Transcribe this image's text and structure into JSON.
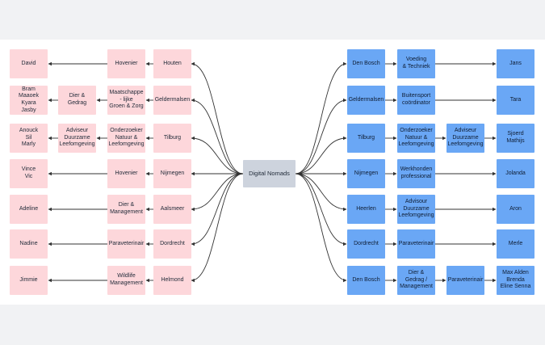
{
  "center": {
    "label": "Digital Nomads"
  },
  "left_rows": [
    {
      "city": "Houten",
      "roles": [
        "Hovenier"
      ],
      "names": "David"
    },
    {
      "city": "Geldermalsen",
      "roles": [
        "Maatschappe\n- lijke\nGroen & Zorg",
        "Dier &\nGedrag"
      ],
      "names": "Bram\nMaaoek\nKyara\nJasby"
    },
    {
      "city": "Tilburg",
      "roles": [
        "Onderzoeker\nNatuur &\nLeefomgeving",
        "Adviseur\nDuurzame\nLeefomgeving"
      ],
      "names": "Anouck\nSil\nMarly"
    },
    {
      "city": "Nijmegen",
      "roles": [
        "Hovenier"
      ],
      "names": "Vince\nVic"
    },
    {
      "city": "Aalsmeer",
      "roles": [
        "Dier &\nManagement"
      ],
      "names": "Adeline"
    },
    {
      "city": "Dordrecht",
      "roles": [
        "Paraveterinair"
      ],
      "names": "Nadine"
    },
    {
      "city": "Helmond",
      "roles": [
        "Wildlife\nManagement"
      ],
      "names": "Jimmie"
    }
  ],
  "right_rows": [
    {
      "city": "Den Bosch",
      "roles": [
        "Voeding\n& Techniek"
      ],
      "names": "Jans"
    },
    {
      "city": "Geldermalsen",
      "roles": [
        "Buitensport\ncoördinator"
      ],
      "names": "Tara"
    },
    {
      "city": "Tilburg",
      "roles": [
        "Onderzoeker\nNatuur &\nLeefomgeving",
        "Adviseur\nDuurzame\nLeefomgeving"
      ],
      "names": "Sjoerd\nMathijs"
    },
    {
      "city": "Nijmegen",
      "roles": [
        "Werkhonden\nprofessional"
      ],
      "names": "Jolanda"
    },
    {
      "city": "Heerlen",
      "roles": [
        "Advisour\nDuurzame\nLeefomgeving"
      ],
      "names": "Aron"
    },
    {
      "city": "Dordrecht",
      "roles": [
        "Paraveterinair"
      ],
      "names": "Merle"
    },
    {
      "city": "Den Bosch",
      "roles": [
        "Dier &\nGedrag /\nManagement",
        "Paraveterinair"
      ],
      "names": "Max Alden\nBrenda\nEline Senna"
    }
  ]
}
